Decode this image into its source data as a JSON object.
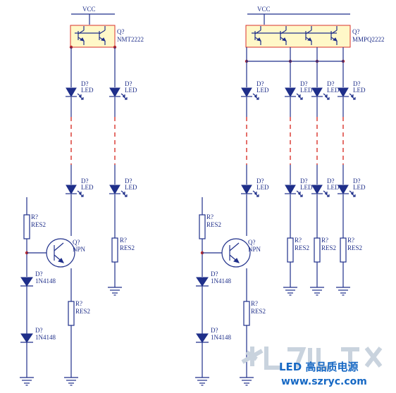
{
  "labels": {
    "vcc": "VCC",
    "designator_q": "Q?",
    "designator_d": "D?",
    "designator_r": "R?",
    "led": "LED",
    "res": "RES2",
    "npn": "NPN",
    "diode_part": "1N4148",
    "array_left": "NMT2222",
    "array_right": "MMPQ2222"
  },
  "watermark": {
    "title": "LED 高品质电源",
    "url": "www.szryc.com"
  },
  "colors": {
    "wire": "#1f2f8a",
    "dashed_link": "#d9322b",
    "package_fill": "#fff8c8",
    "junction": "#b5262a",
    "watermark": "#1668c4"
  }
}
